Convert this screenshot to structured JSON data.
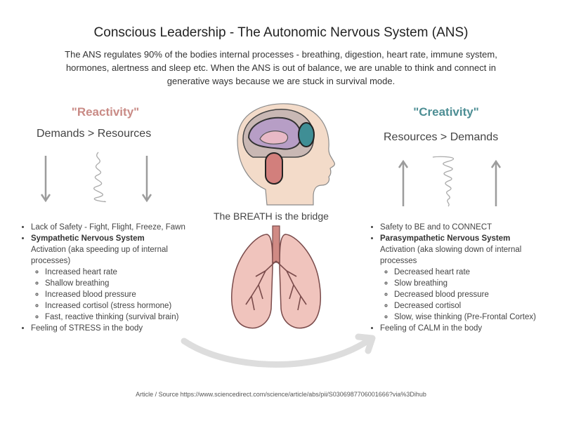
{
  "title": "Conscious Leadership - The Autonomic Nervous System (ANS)",
  "intro": "The ANS regulates 90% of the bodies internal processes - breathing, digestion, heart rate, immune system, hormones, alertness and sleep etc. When the ANS is out of balance, we are unable to think and connect in generative ways because we are stuck in survival mode.",
  "reactivity": {
    "title": "\"Reactivity\"",
    "equation": "Demands  >  Resources",
    "items": {
      "safety": "Lack of Safety - Fight, Flight, Freeze, Fawn",
      "system": "Sympathetic Nervous System",
      "activation": "Activation (aka speeding up of internal processes)",
      "sub": [
        "Increased heart rate",
        "Shallow breathing",
        "Increased blood pressure",
        "Increased cortisol (stress hormone)",
        "Fast, reactive thinking (survival brain)"
      ],
      "feeling": "Feeling of STRESS in the body"
    }
  },
  "creativity": {
    "title": "\"Creativity\"",
    "equation": "Resources >  Demands",
    "items": {
      "safety": "Safety to BE and to CONNECT",
      "system": "Parasympathetic Nervous System",
      "activation": "Activation (aka slowing down of internal processes",
      "sub": [
        "Decreased heart rate",
        "Slow breathing",
        "Decreased blood pressure",
        "Decreased cortisol",
        "Slow, wise thinking (Pre-Frontal Cortex)"
      ],
      "feeling": "Feeling of CALM in the body"
    }
  },
  "bridge": "The BREATH  is the bridge",
  "source": "Article / Source https://www.sciencedirect.com/science/article/abs/pii/S0306987706001666?via%3Dihub",
  "colors": {
    "reactivity": "#c98b86",
    "creativity": "#4d8e94",
    "lung": "#f0c4bd",
    "brain_skin": "#f3dbc9",
    "arrow": "#9c9c9c"
  }
}
